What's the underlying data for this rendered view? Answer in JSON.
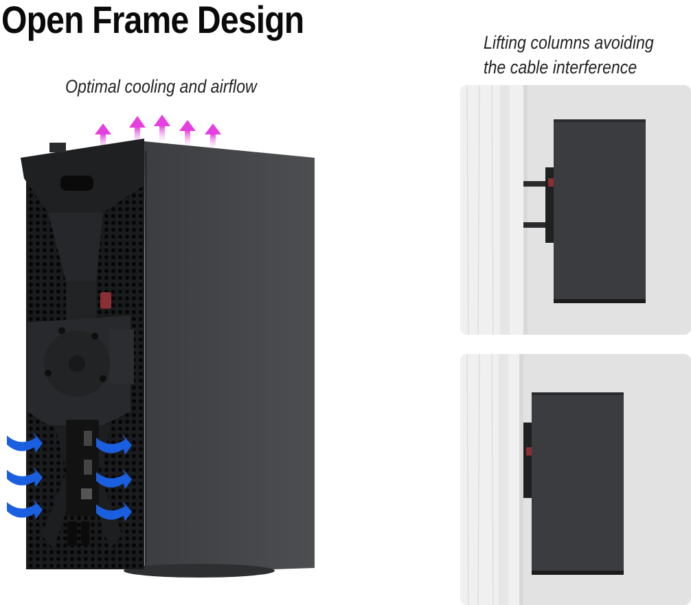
{
  "headline": "Open Frame Design",
  "captions": {
    "cooling": "Optimal cooling and airflow",
    "lifting_line1": "Lifting columns avoiding",
    "lifting_line2": "the cable interference"
  },
  "colors": {
    "console": "#3a3b3e",
    "console_side": "#47484b",
    "bracket": "#1f2022",
    "airflow_out": "#e53fe0",
    "airflow_in": "#1a5fe0",
    "wall": "#dedede",
    "pillar": "#eeeeee"
  },
  "icons": {
    "exhaust": "arrow-up-icon",
    "intake": "curved-arrow-right-icon"
  }
}
